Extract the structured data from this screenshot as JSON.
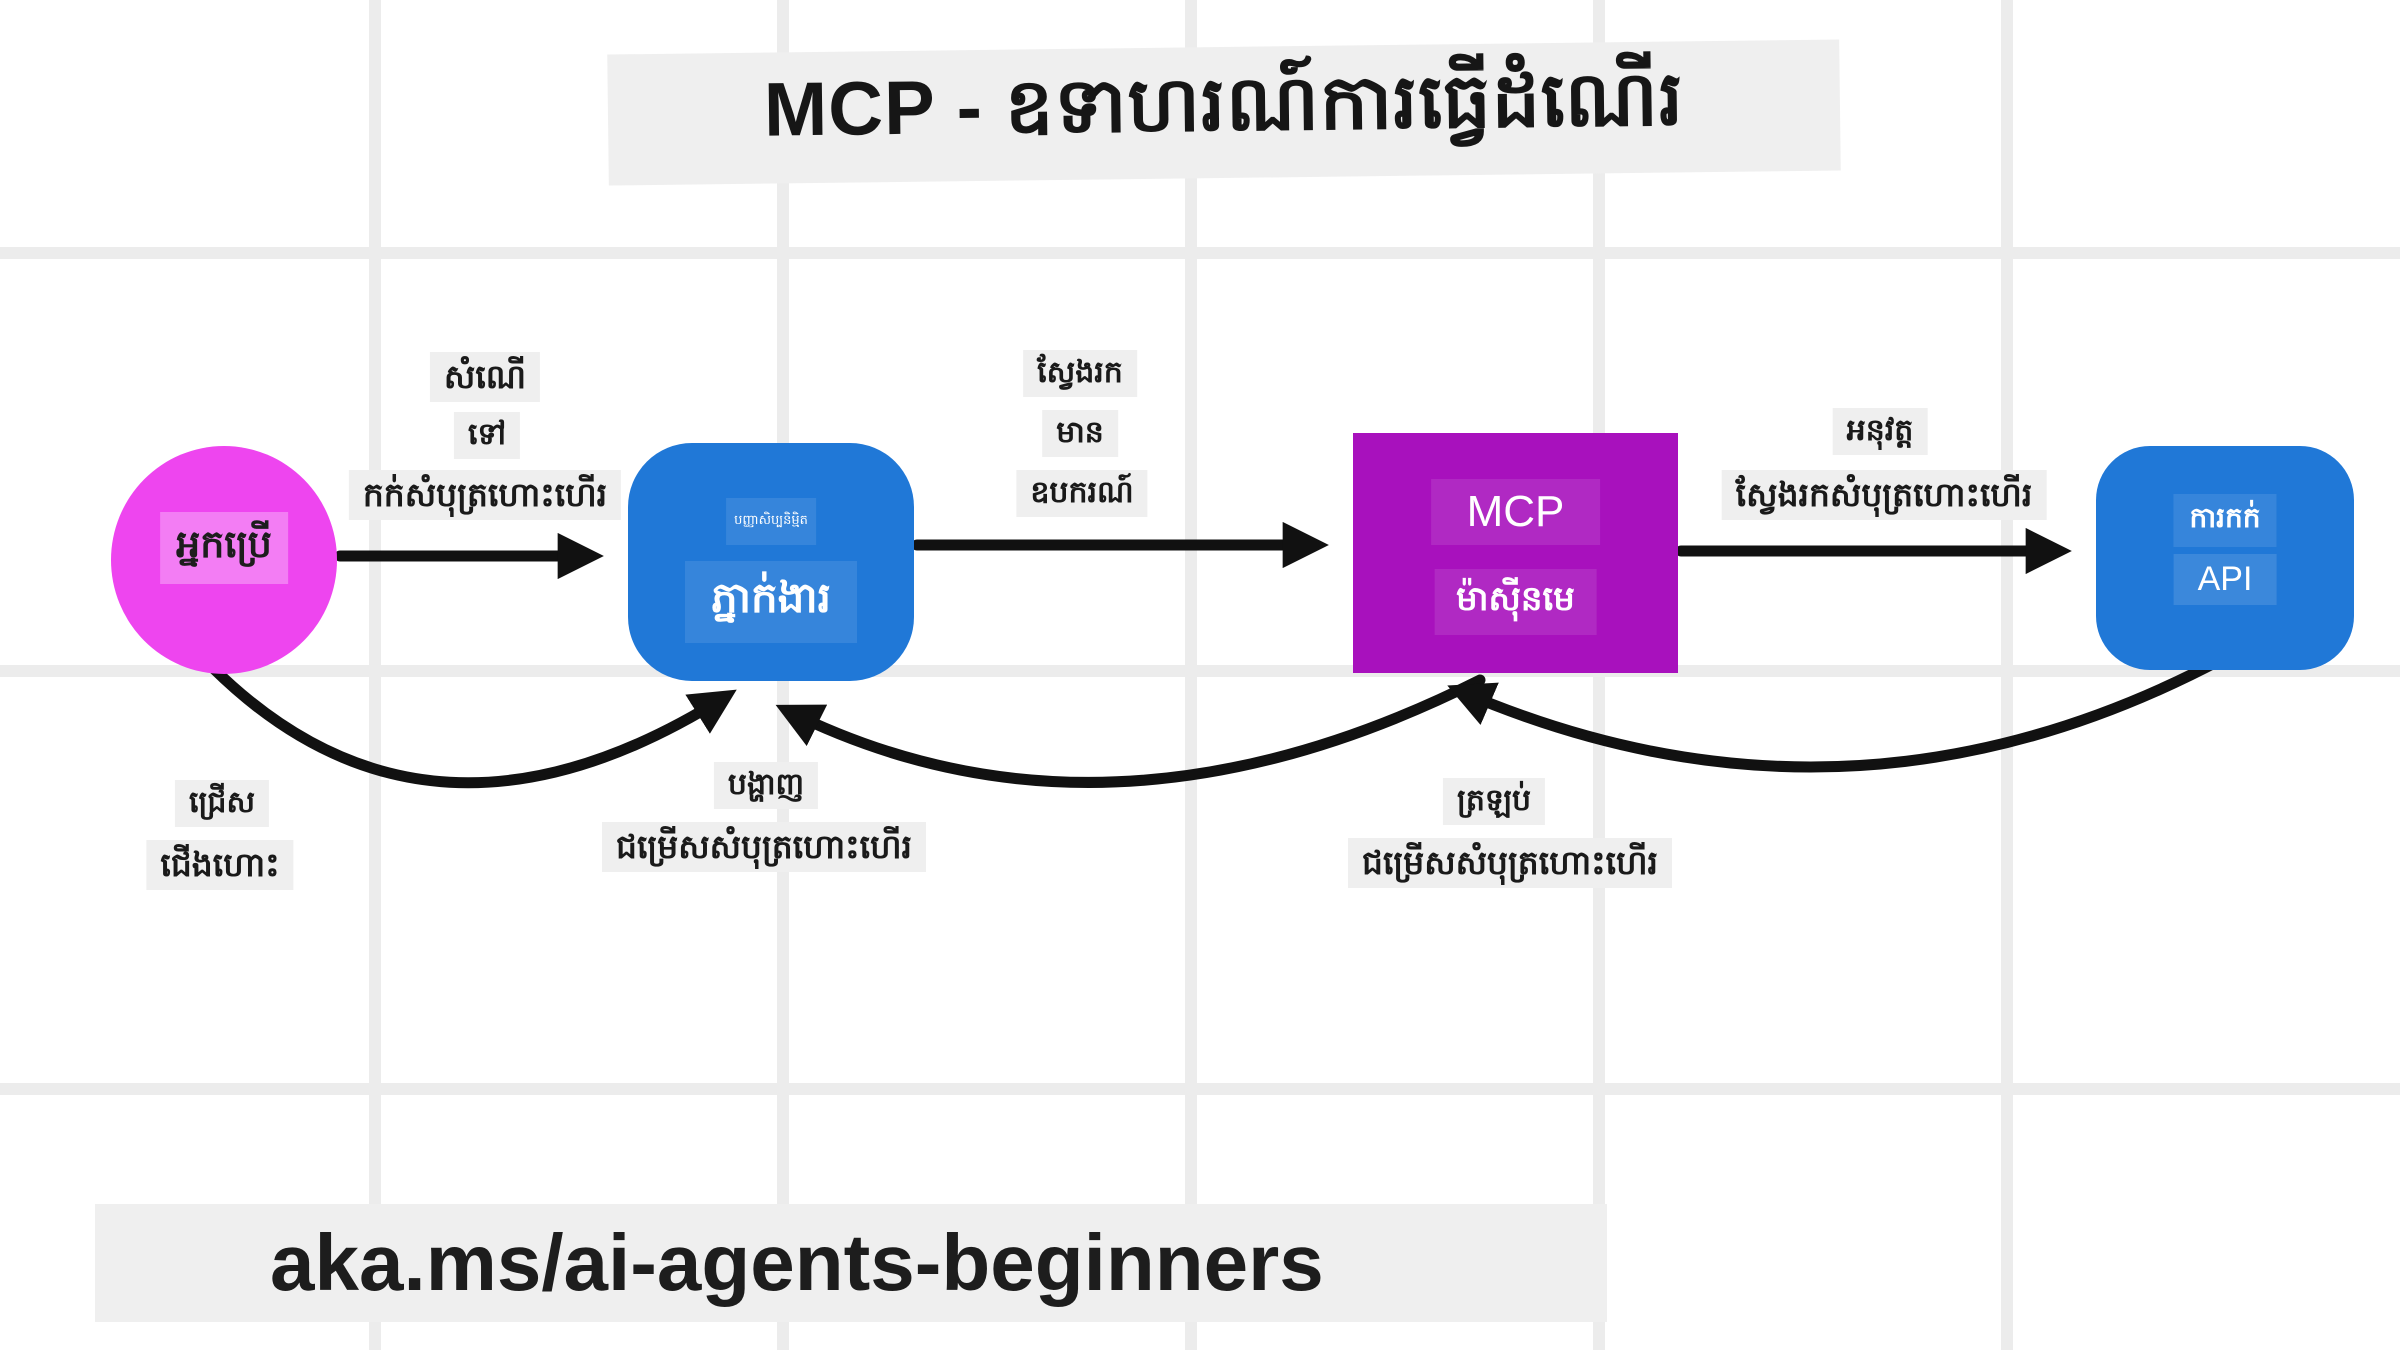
{
  "title": "MCP - ឧទាហរណ៍ការធ្វើដំណើរ",
  "footer": {
    "link_text": "aka.ms/ai-agents-beginners"
  },
  "nodes": {
    "user": {
      "label": "អ្នកប្រើ"
    },
    "agent": {
      "sublabel": "បញ្ញាសិប្បនិម្មិត",
      "label": "ភ្នាក់ងារ"
    },
    "mcp_server": {
      "line1": "MCP",
      "line2": "ម៉ាស៊ីនមេ"
    },
    "booking_api": {
      "line1": "ការកក់",
      "line2": "API"
    }
  },
  "edges": {
    "request_to_book": {
      "line1": "សំណើ",
      "line2": "ទៅ",
      "line3": "កក់សំបុត្រហោះហើរ"
    },
    "find_available_tools": {
      "line1": "ស្វែងរក",
      "line2": "មាន",
      "line3": "ឧបករណ៍"
    },
    "execute_flight_search": {
      "line1": "អនុវត្ត",
      "line2": "ស្វែងរកសំបុត្រហោះហើរ"
    },
    "return_flight_options": {
      "line1": "ត្រឡប់",
      "line2": "ជម្រើសសំបុត្រហោះហើរ"
    },
    "show_flight_options": {
      "line1": "បង្ហាញ",
      "line2": "ជម្រើសសំបុត្រហោះហើរ"
    },
    "choose_flight": {
      "line1": "ជ្រើស",
      "line2": "ជើងហោះ"
    }
  },
  "colors": {
    "user_node": "#ee45ef",
    "agent_node": "#2078d7",
    "mcp_node": "#a811bd",
    "api_node": "#2078d7",
    "arrow": "#111111",
    "label_chip_bg": "#efefef",
    "canvas_bg": "#ffffff",
    "grid_line": "#ececec"
  }
}
